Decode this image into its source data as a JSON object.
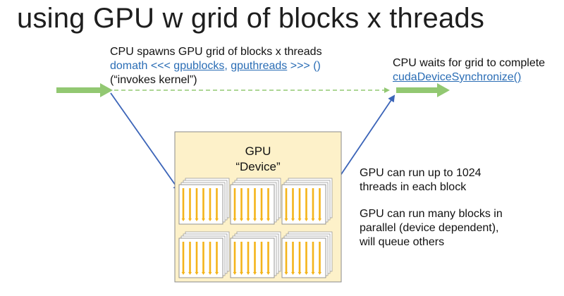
{
  "title": "using GPU w grid of blocks x threads",
  "launch": {
    "line1": "CPU spawns GPU grid of blocks x threads",
    "code_prefix": "domath <<< ",
    "code_blocks": "gpublocks",
    "code_sep": ", ",
    "code_threads": "gputhreads",
    "code_suffix": " >>> ()",
    "line3": "(“invokes kernel”)"
  },
  "wait": {
    "line1": "CPU waits for grid to complete",
    "line2": "cudaDeviceSynchronize()"
  },
  "gpu": {
    "line1": "GPU",
    "line2": "“Device”"
  },
  "notes": {
    "n1_line1": "GPU can run up to 1024",
    "n1_line2": "threads in each block",
    "n2_line1": "GPU can run many blocks in",
    "n2_line2": "parallel (device dependent),",
    "n2_line3": "will queue others"
  },
  "colors": {
    "cpu_arrow": "#92c872",
    "kernel_arrow": "#3b64b8",
    "device_fill": "#fdf1c9",
    "device_border": "#8a8a8a",
    "thread": "#f4b41a"
  }
}
